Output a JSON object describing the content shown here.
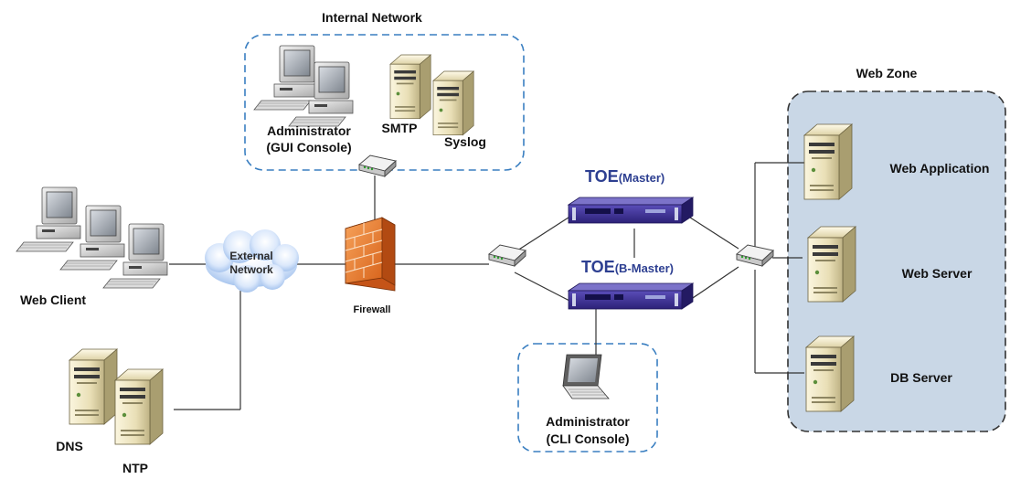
{
  "zones": {
    "internal_title": "Internal Network",
    "web_zone_title": "Web Zone"
  },
  "labels": {
    "web_client": "Web Client",
    "external_network_line1": "External",
    "external_network_line2": "Network",
    "firewall": "Firewall",
    "dns": "DNS",
    "ntp": "NTP",
    "admin_gui_line1": "Administrator",
    "admin_gui_line2": "(GUI Console)",
    "smtp": "SMTP",
    "syslog": "Syslog",
    "toe_master_main": "TOE",
    "toe_master_sub": "(Master)",
    "toe_bmaster_main": "TOE",
    "toe_bmaster_sub": "(B-Master)",
    "admin_cli_line1": "Administrator",
    "admin_cli_line2": "(CLI Console)",
    "web_application": "Web Application",
    "web_server": "Web Server",
    "db_server": "DB Server"
  },
  "colors": {
    "dashed_zone_border": "#3a7fc1",
    "web_zone_fill": "#c9d7e6",
    "toe_label": "#2d3f91",
    "appliance_body": "#3c2f8f"
  },
  "icons": {
    "pc": "pc-workstation-icon",
    "server": "server-tower-icon",
    "switch": "network-switch-icon",
    "firewall": "firewall-brick-icon",
    "cloud": "cloud-icon",
    "appliance": "rack-appliance-icon",
    "laptop": "laptop-icon"
  }
}
